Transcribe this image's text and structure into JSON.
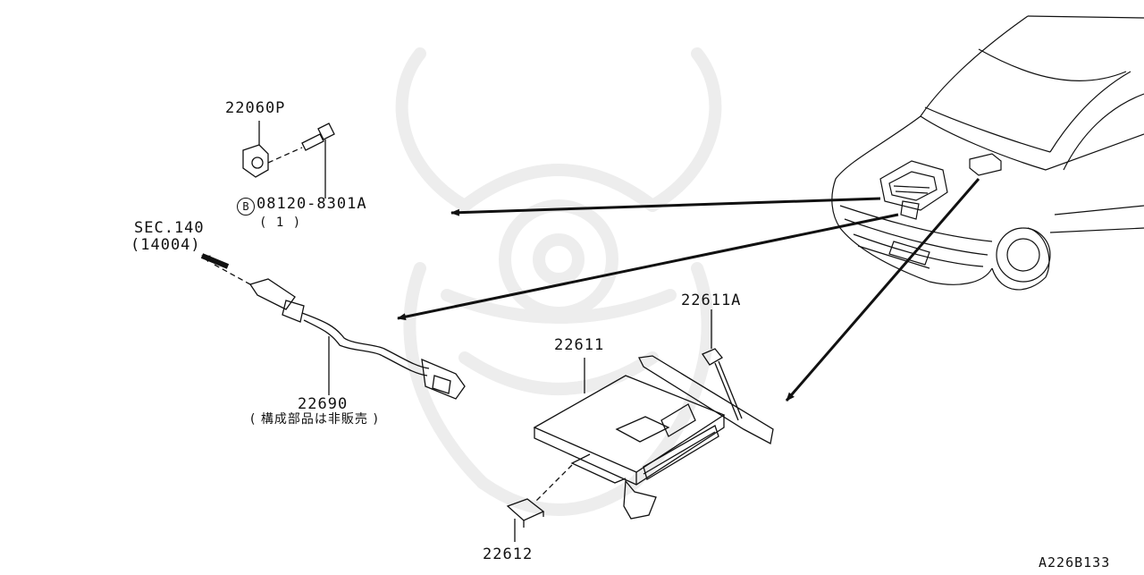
{
  "watermark": {
    "icon": "samurai-helmet-watermark-icon",
    "color": "#efefef"
  },
  "labels": {
    "knock_sensor": "22060P",
    "bolt_badge": "B",
    "bolt": "08120-8301A",
    "bolt_qty": "( 1 )",
    "sec_ref": "SEC.140",
    "sec_ref_part": "(14004)",
    "o2_sensor": "22690",
    "o2_sensor_note": "( 構成部品は非販売 )",
    "ecu": "22611",
    "ecu_bolt": "22611A",
    "ecu_bracket": "22612",
    "drawing_number": "A226B133"
  }
}
